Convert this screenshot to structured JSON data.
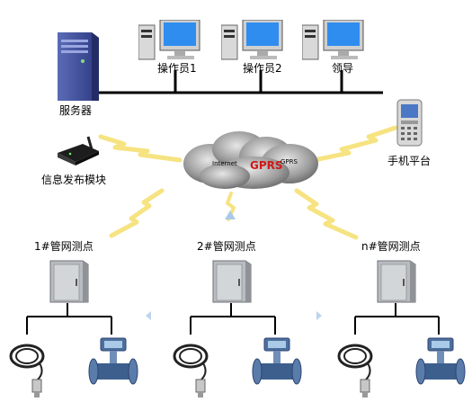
{
  "nodes": {
    "server": "服务器",
    "operator1": "操作员1",
    "operator2": "操作员2",
    "leader": "领导",
    "sms_module": "信息发布模块",
    "mobile_platform": "手机平台",
    "station1": "1#管网测点",
    "station2": "2#管网测点",
    "stationn": "n#管网测点"
  },
  "cloud": {
    "internet": "Internet",
    "gprs_main": "GPRS",
    "gprs_small": "GPRS"
  }
}
